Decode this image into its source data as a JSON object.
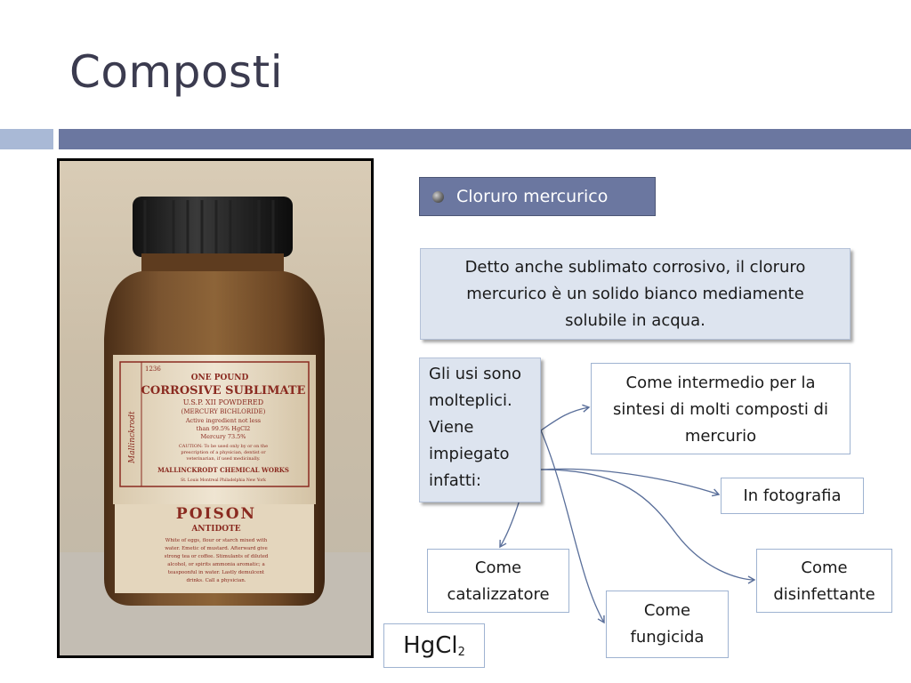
{
  "slide": {
    "title": "Composti",
    "accent_color": "#6b77a0",
    "accent_light": "#a9b9d6"
  },
  "photo": {
    "label": {
      "number": "1236",
      "line1": "ONE POUND",
      "line2": "CORROSIVE SUBLIMATE",
      "line3": "U.S.P. XII POWDERED",
      "line4": "(MERCURY BICHLORIDE)",
      "line5": "Active ingredient not less",
      "line6": "than 99.5% HgCl2",
      "line7": "Mercury 73.5%",
      "line8": "CAUTION: To be used only by or on the",
      "line9": "prescription of a physician, dentist or",
      "line10": "veterinarian, if used medicinally.",
      "maker": "MALLINCKRODT CHEMICAL WORKS",
      "cities": "St. Louis    Montreal    Philadelphia    New York",
      "brand": "Mallinckrodt",
      "poison": "POISON",
      "antidote": "ANTIDOTE",
      "antidote_text1": "White of eggs, flour or starch mixed with",
      "antidote_text2": "water. Emetic of mustard. Afterward give",
      "antidote_text3": "strong tea or coffee. Stimulants of diluted",
      "antidote_text4": "alcohol, or spirits ammonia aromatic; a",
      "antidote_text5": "teaspoonful in water. Lastly demulcent",
      "antidote_text6": "drinks. Call a physician."
    }
  },
  "content": {
    "topic": "Cloruro mercurico",
    "description": "Detto anche sublimato corrosivo, il cloruro mercurico è un solido bianco mediamente solubile in acqua.",
    "uses_intro": "Gli usi sono molteplici. Viene impiegato infatti:",
    "uses": [
      "Come intermedio per la sintesi di molti composti di mercurio",
      "In fotografia",
      "Come disinfettante",
      "Come catalizzatore",
      "Come fungicida"
    ],
    "formula_base": "HgCl",
    "formula_sub": "2"
  }
}
